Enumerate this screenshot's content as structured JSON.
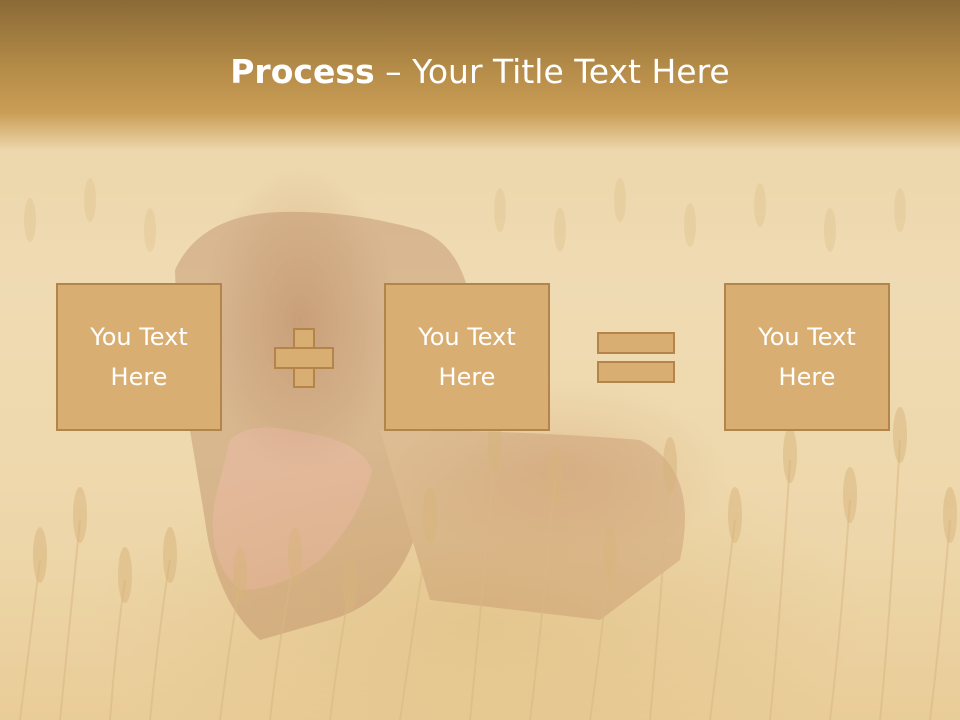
{
  "slide": {
    "title_bold": "Process",
    "title_rest": " – Your Title Text Here",
    "boxes": [
      {
        "line1": "You Text",
        "line2": "Here"
      },
      {
        "line1": "You Text",
        "line2": "Here"
      },
      {
        "line1": "You Text",
        "line2": "Here"
      }
    ],
    "operators": [
      "plus-icon",
      "equals-icon"
    ]
  },
  "colors": {
    "title_band": "#b48b48",
    "box_fill": "#d9ae72",
    "box_border": "#b4854a",
    "text": "#ffffff"
  }
}
